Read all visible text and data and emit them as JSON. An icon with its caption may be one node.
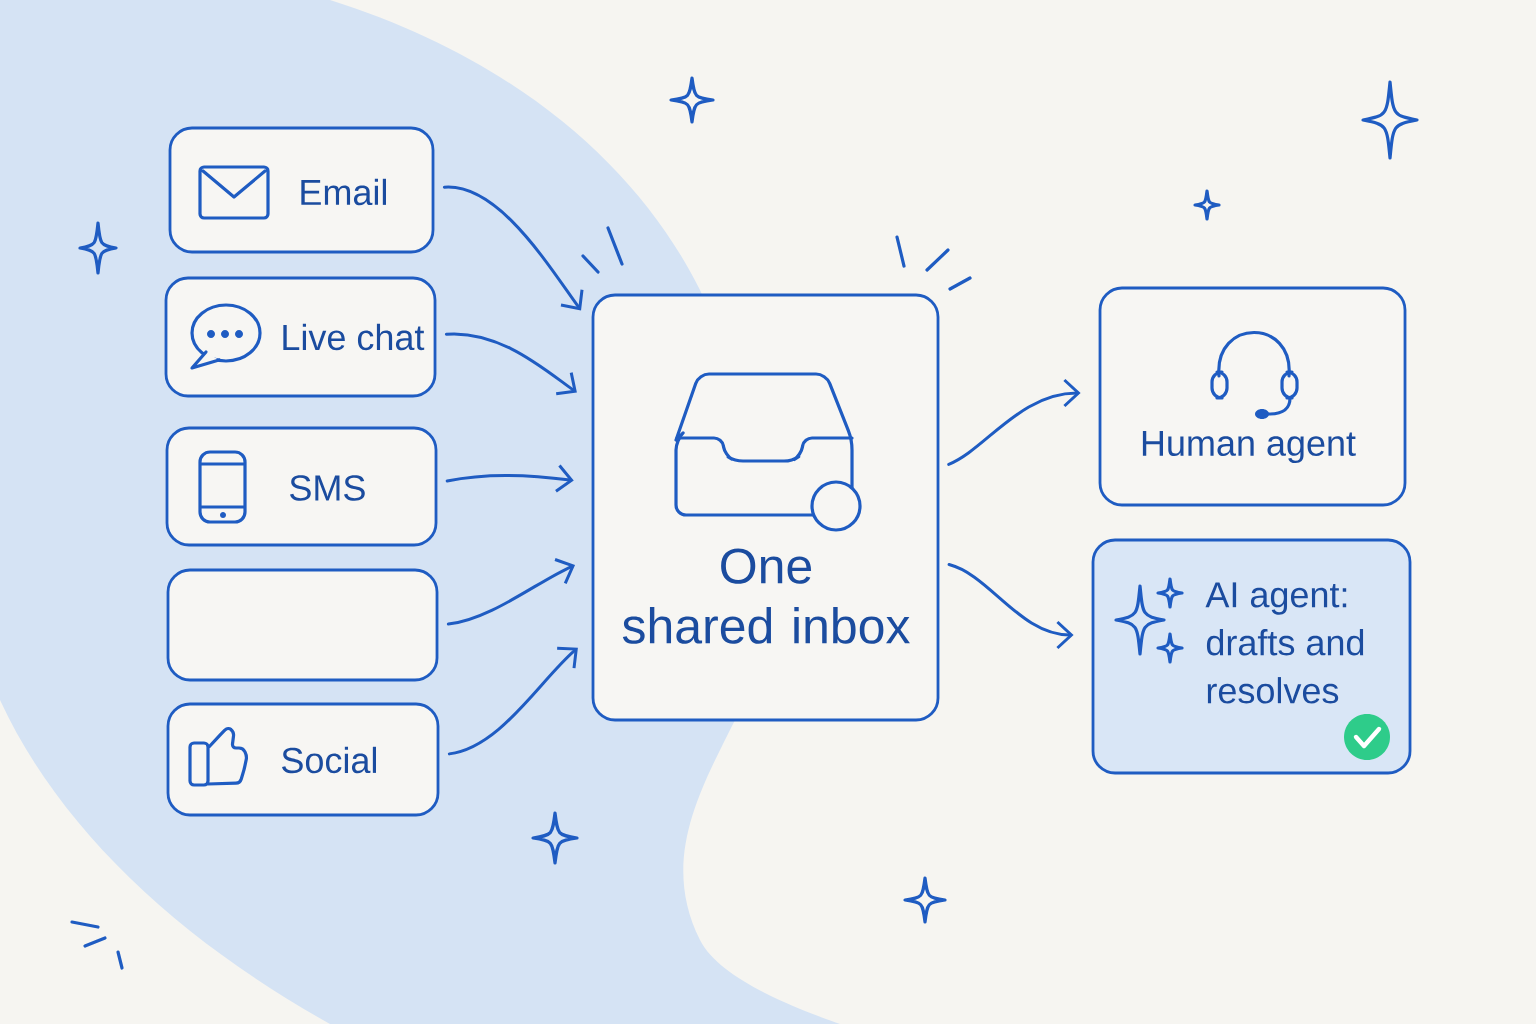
{
  "diagram": {
    "nodes": [
      {
        "text": [
          "Email"
        ]
      },
      {
        "text": [
          "Live chat"
        ]
      },
      {
        "text": [
          "SMS"
        ]
      },
      {
        "text": [],
        "shape": "box"
      },
      {
        "text": [
          "Social"
        ]
      },
      {
        "text": [
          "One shared inbox"
        ]
      },
      {
        "text": [
          "Human agent"
        ]
      },
      {
        "text": [
          "AI agent: drafts and resolves"
        ]
      }
    ],
    "edges": [
      {
        "from": 0,
        "to": 5,
        "arrow": "to"
      },
      {
        "from": 1,
        "to": 5,
        "arrow": "to"
      },
      {
        "from": 2,
        "to": 5,
        "arrow": "to"
      },
      {
        "from": 3,
        "to": 5,
        "arrow": "to"
      },
      {
        "from": 4,
        "to": 5,
        "arrow": "to"
      },
      {
        "from": 5,
        "to": 6,
        "arrow": "to"
      },
      {
        "from": 5,
        "to": 7,
        "arrow": "to"
      }
    ]
  }
}
